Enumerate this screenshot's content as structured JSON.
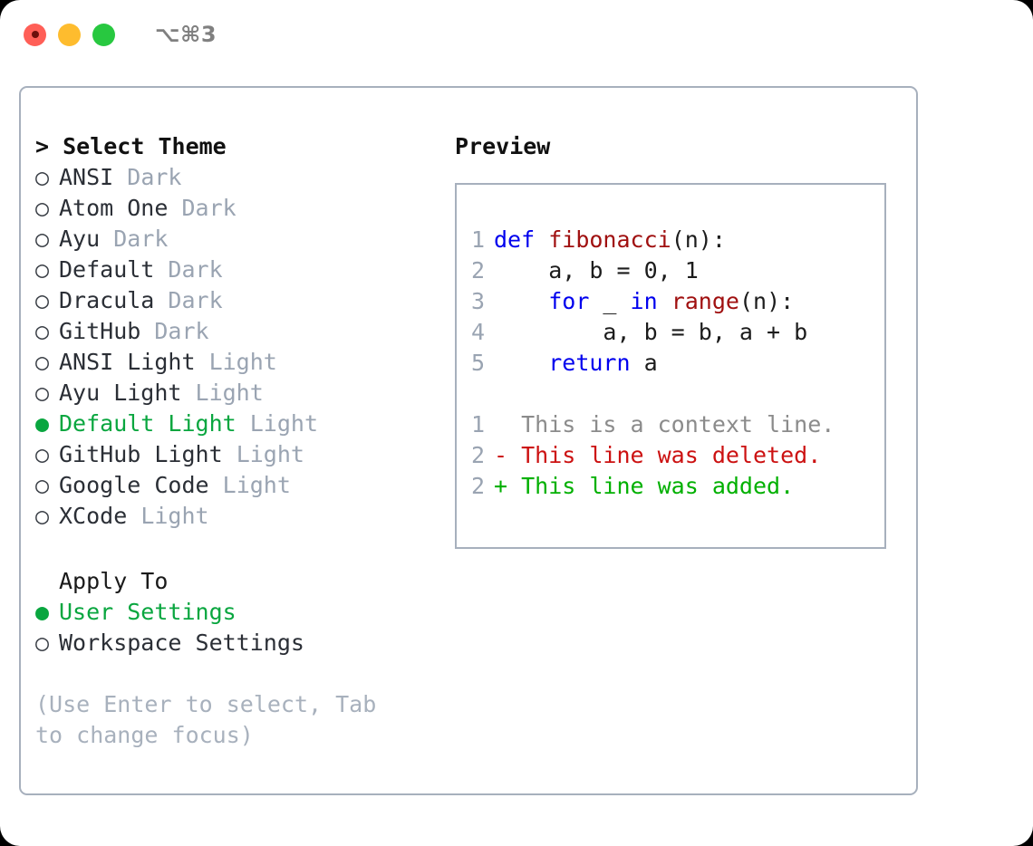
{
  "titlebar": {
    "shortcut": "⌥⌘3",
    "buttons": [
      "close",
      "minimize",
      "maximize"
    ]
  },
  "left": {
    "theme_header": "> Select Theme",
    "themes": [
      {
        "bullet": "○",
        "name": "ANSI",
        "category": "Dark",
        "selected": false
      },
      {
        "bullet": "○",
        "name": "Atom One",
        "category": "Dark",
        "selected": false
      },
      {
        "bullet": "○",
        "name": "Ayu",
        "category": "Dark",
        "selected": false
      },
      {
        "bullet": "○",
        "name": "Default",
        "category": "Dark",
        "selected": false
      },
      {
        "bullet": "○",
        "name": "Dracula",
        "category": "Dark",
        "selected": false
      },
      {
        "bullet": "○",
        "name": "GitHub",
        "category": "Dark",
        "selected": false
      },
      {
        "bullet": "○",
        "name": "ANSI Light",
        "category": "Light",
        "selected": false
      },
      {
        "bullet": "○",
        "name": "Ayu Light",
        "category": "Light",
        "selected": false
      },
      {
        "bullet": "●",
        "name": "Default Light",
        "category": "Light",
        "selected": true
      },
      {
        "bullet": "○",
        "name": "GitHub Light",
        "category": "Light",
        "selected": false
      },
      {
        "bullet": "○",
        "name": "Google Code",
        "category": "Light",
        "selected": false
      },
      {
        "bullet": "○",
        "name": "XCode",
        "category": "Light",
        "selected": false
      }
    ],
    "apply_header": "Apply To",
    "apply_options": [
      {
        "bullet": "●",
        "name": "User Settings",
        "selected": true
      },
      {
        "bullet": "○",
        "name": "Workspace Settings",
        "selected": false
      }
    ],
    "hint": "(Use Enter to select, Tab to change focus)"
  },
  "right": {
    "preview_title": "Preview",
    "code_lines": [
      {
        "no": "1",
        "tokens": [
          {
            "t": "def",
            "c": "kw"
          },
          {
            "t": " ",
            "c": "pl"
          },
          {
            "t": "fibonacci",
            "c": "fn"
          },
          {
            "t": "(n):",
            "c": "pl"
          }
        ]
      },
      {
        "no": "2",
        "tokens": [
          {
            "t": "    a, b = 0, 1",
            "c": "pl"
          }
        ]
      },
      {
        "no": "3",
        "tokens": [
          {
            "t": "    ",
            "c": "pl"
          },
          {
            "t": "for",
            "c": "kw"
          },
          {
            "t": " _ ",
            "c": "pl"
          },
          {
            "t": "in",
            "c": "kw"
          },
          {
            "t": " ",
            "c": "pl"
          },
          {
            "t": "range",
            "c": "fn"
          },
          {
            "t": "(n):",
            "c": "pl"
          }
        ]
      },
      {
        "no": "4",
        "tokens": [
          {
            "t": "        a, b = b, a + b",
            "c": "pl"
          }
        ]
      },
      {
        "no": "5",
        "tokens": [
          {
            "t": "    ",
            "c": "pl"
          },
          {
            "t": "return",
            "c": "kw"
          },
          {
            "t": " a",
            "c": "pl"
          }
        ]
      }
    ],
    "diff_lines": [
      {
        "no": "1",
        "marker": " ",
        "text": " This is a context line.",
        "kind": "dim"
      },
      {
        "no": "2",
        "marker": "-",
        "text": " This line was deleted.",
        "kind": "del"
      },
      {
        "no": "2",
        "marker": "+",
        "text": " This line was added.",
        "kind": "add"
      }
    ]
  },
  "colors": {
    "accent_green": "#09a63f",
    "muted": "#9aa4b2",
    "keyword_blue": "#0000ee",
    "function_red": "#a01010",
    "diff_add": "#00b000",
    "diff_del": "#cc1111",
    "border": "#a7b0bd"
  }
}
